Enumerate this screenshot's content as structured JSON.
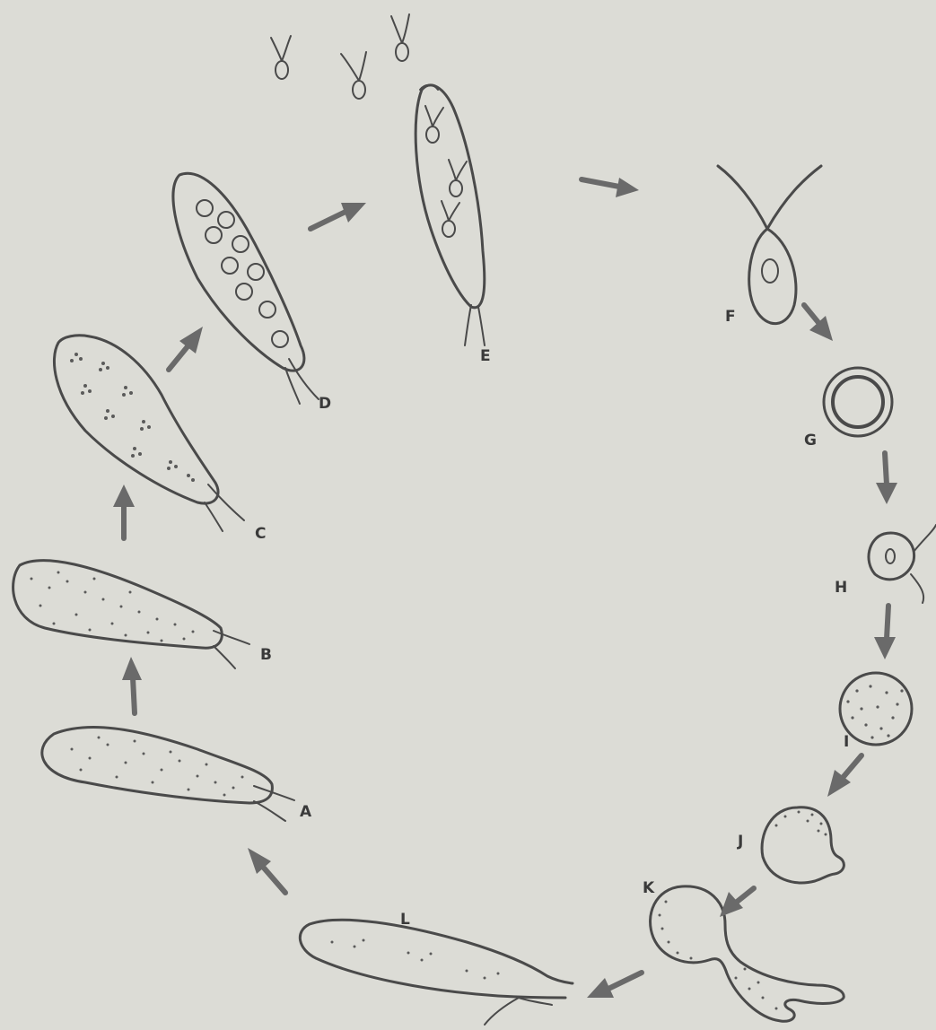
{
  "diagram": {
    "stages": [
      {
        "id": "A",
        "label": "A"
      },
      {
        "id": "B",
        "label": "B"
      },
      {
        "id": "C",
        "label": "C"
      },
      {
        "id": "D",
        "label": "D"
      },
      {
        "id": "E",
        "label": "E"
      },
      {
        "id": "F",
        "label": "F"
      },
      {
        "id": "G",
        "label": "G"
      },
      {
        "id": "H",
        "label": "H"
      },
      {
        "id": "I",
        "label": "I"
      },
      {
        "id": "J",
        "label": "J"
      },
      {
        "id": "K",
        "label": "K"
      },
      {
        "id": "L",
        "label": "L"
      }
    ],
    "cycle_order": [
      "A",
      "B",
      "C",
      "D",
      "E",
      "F",
      "G",
      "H",
      "I",
      "J",
      "K",
      "L"
    ],
    "colors": {
      "background": "#dcdcd6",
      "ink": "#4a4a4a",
      "arrow": "#6a6a6a"
    }
  }
}
